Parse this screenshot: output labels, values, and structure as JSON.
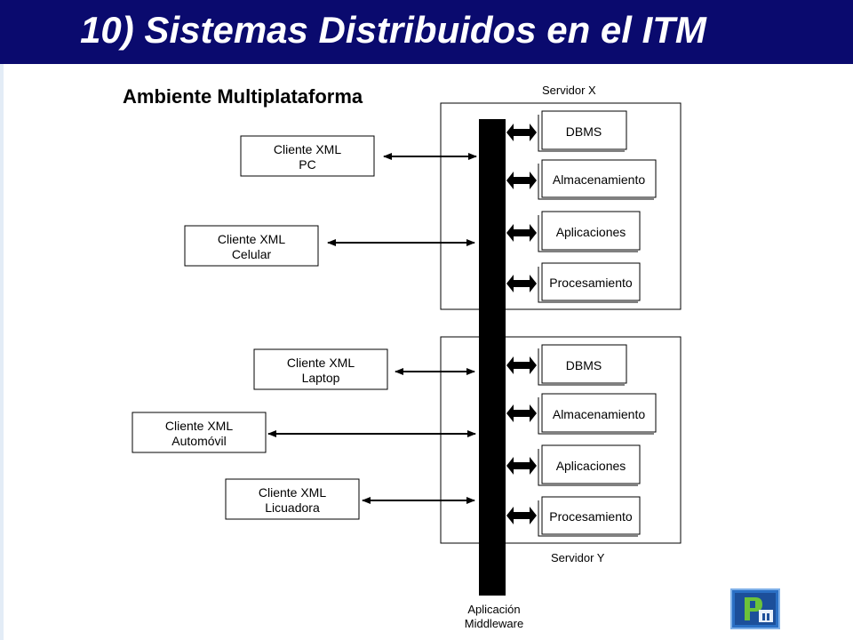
{
  "title": "10) Sistemas Distribuidos en el ITM",
  "diagram": {
    "heading": "Ambiente Multiplataforma",
    "servers": [
      {
        "name": "Servidor X",
        "services": [
          "DBMS",
          "Almacenamiento",
          "Aplicaciones",
          "Procesamiento"
        ]
      },
      {
        "name": "Servidor Y",
        "services": [
          "DBMS",
          "Almacenamiento",
          "Aplicaciones",
          "Procesamiento"
        ]
      }
    ],
    "clients": [
      {
        "line1": "Cliente XML",
        "line2": "PC"
      },
      {
        "line1": "Cliente XML",
        "line2": "Celular"
      },
      {
        "line1": "Cliente XML",
        "line2": "Laptop"
      },
      {
        "line1": "Cliente XML",
        "line2": "Automóvil"
      },
      {
        "line1": "Cliente XML",
        "line2": "Licuadora"
      }
    ],
    "middleware": {
      "line1": "Aplicación",
      "line2": "Middleware"
    }
  },
  "logo": {
    "name": "institution-logo"
  },
  "colors": {
    "title_bar": "#0a0a6e",
    "title_text": "#ffffff"
  }
}
